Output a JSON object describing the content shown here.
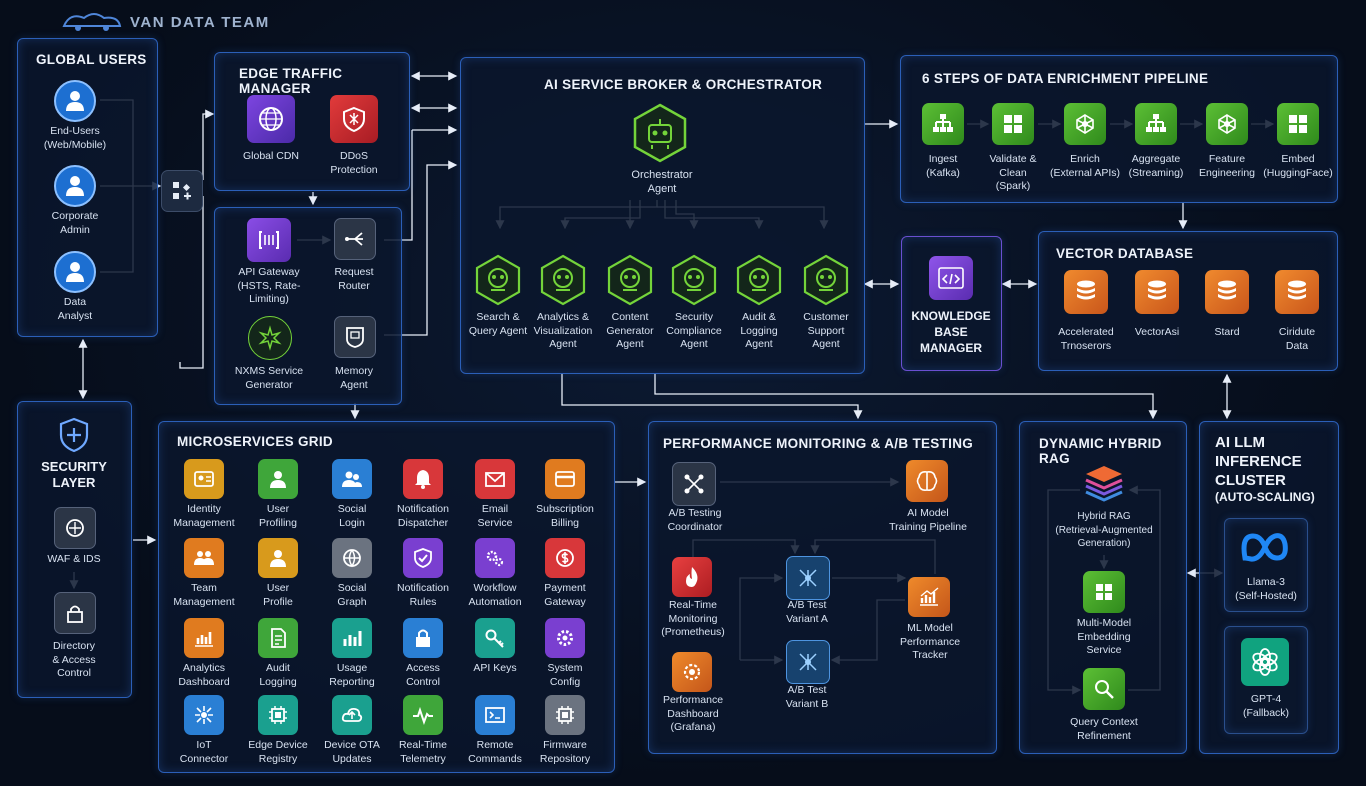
{
  "brand": {
    "title": "VAN DATA TEAM"
  },
  "global_users": {
    "title": "GLOBAL USERS",
    "users": [
      {
        "label": "End-Users\n(Web/Mobile)"
      },
      {
        "label": "Corporate\nAdmin"
      },
      {
        "label": "Data\nAnalyst"
      }
    ]
  },
  "edge": {
    "title": "EDGE TRAFFIC MANAGER",
    "cdn": "Global CDN",
    "ddos": "DDoS\nProtection"
  },
  "gateway": {
    "api_gateway": "API Gateway\n(HSTS, Rate-\nLimiting)",
    "router": "Request\nRouter",
    "nxms": "NXMS Service\nGenerator",
    "memory": "Memory\nAgent"
  },
  "security": {
    "title": "SECURITY\nLAYER",
    "waf": "WAF & IDS",
    "directory": "Directory\n& Access\nControl"
  },
  "broker": {
    "title": "AI SERVICE BROKER & ORCHESTRATOR",
    "orchestrator": "Orchestrator\nAgent",
    "agents": [
      {
        "label": "Search &\nQuery Agent"
      },
      {
        "label": "Analytics &\nVisualization\nAgent"
      },
      {
        "label": "Content\nGenerator\nAgent"
      },
      {
        "label": "Security\nCompliance\nAgent"
      },
      {
        "label": "Audit &\nLogging\nAgent"
      },
      {
        "label": "Customer\nSupport\nAgent"
      }
    ]
  },
  "pipeline": {
    "title": "6 STEPS OF DATA ENRICHMENT PIPELINE",
    "steps": [
      {
        "label": "Ingest\n(Kafka)"
      },
      {
        "label": "Validate &\nClean\n(Spark)"
      },
      {
        "label": "Enrich\n(External APIs)"
      },
      {
        "label": "Aggregate\n(Streaming)"
      },
      {
        "label": "Feature\nEngineering"
      },
      {
        "label": "Embed\n(HuggingFace)"
      }
    ]
  },
  "knowledge": {
    "title": "KNOWLEDGE\nBASE\nMANAGER"
  },
  "vector": {
    "title": "VECTOR DATABASE",
    "items": [
      {
        "label": "Accelerated\nTrnoserors"
      },
      {
        "label": "VectorAsi"
      },
      {
        "label": "Stard"
      },
      {
        "label": "Ciridute\nData"
      }
    ]
  },
  "microservices": {
    "title": "MICROSERVICES GRID",
    "items": [
      {
        "label": "Identity\nManagement",
        "color": "#d89a1c",
        "icon": "id-card-icon"
      },
      {
        "label": "User\nProfiling",
        "color": "#3fa63a",
        "icon": "user-icon"
      },
      {
        "label": "Social\nLogin",
        "color": "#2a7fd4",
        "icon": "users-icon"
      },
      {
        "label": "Notification\nDispatcher",
        "color": "#d8373a",
        "icon": "bell-icon"
      },
      {
        "label": "Email\nService",
        "color": "#d8373a",
        "icon": "mail-icon"
      },
      {
        "label": "Subscription\nBilling",
        "color": "#e07b1f",
        "icon": "card-icon"
      },
      {
        "label": "Team\nManagement",
        "color": "#e07b1f",
        "icon": "team-icon"
      },
      {
        "label": "User\nProfile",
        "color": "#d89a1c",
        "icon": "user-icon"
      },
      {
        "label": "Social\nGraph",
        "color": "#6b7380",
        "icon": "globe-icon"
      },
      {
        "label": "Notification\nRules",
        "color": "#7a3fd0",
        "icon": "shield-icon"
      },
      {
        "label": "Workflow\nAutomation",
        "color": "#7a3fd0",
        "icon": "gears-icon"
      },
      {
        "label": "Payment\nGateway",
        "color": "#d8373a",
        "icon": "dollar-icon"
      },
      {
        "label": "Analytics\nDashboard",
        "color": "#e07b1f",
        "icon": "chart-icon"
      },
      {
        "label": "Audit\nLogging",
        "color": "#3fa63a",
        "icon": "doc-icon"
      },
      {
        "label": "Usage\nReporting",
        "color": "#1aa08f",
        "icon": "bars-icon"
      },
      {
        "label": "Access\nControl",
        "color": "#2a7fd4",
        "icon": "lock-icon"
      },
      {
        "label": "API Keys",
        "color": "#1aa08f",
        "icon": "key-icon"
      },
      {
        "label": "System\nConfig",
        "color": "#7a3fd0",
        "icon": "gear-icon"
      },
      {
        "label": "IoT\nConnector",
        "color": "#2a7fd4",
        "icon": "iot-icon"
      },
      {
        "label": "Edge Device\nRegistry",
        "color": "#1aa08f",
        "icon": "chip-icon"
      },
      {
        "label": "Device OTA\nUpdates",
        "color": "#1aa08f",
        "icon": "cloud-icon"
      },
      {
        "label": "Real-Time\nTelemetry",
        "color": "#3fa63a",
        "icon": "pulse-icon"
      },
      {
        "label": "Remote\nCommands",
        "color": "#2a7fd4",
        "icon": "terminal-icon"
      },
      {
        "label": "Firmware\nRepository",
        "color": "#6b7380",
        "icon": "chip-icon"
      }
    ]
  },
  "perf": {
    "title": "PERFORMANCE MONITORING & A/B TESTING",
    "coordinator": "A/B Testing\nCoordinator",
    "training": "AI Model\nTraining Pipeline",
    "realtime": "Real-Time\nMonitoring\n(Prometheus)",
    "variant_a": "A/B Test\nVariant A",
    "variant_b": "A/B Test\nVariant B",
    "ml_tracker": "ML Model\nPerformance\nTracker",
    "dashboard": "Performance\nDashboard\n(Grafana)"
  },
  "rag": {
    "title": "DYNAMIC HYBRID RAG",
    "hybrid": "Hybrid RAG\n(Retrieval-Augmented\nGeneration)",
    "embedding": "Multi-Model\nEmbedding\nService",
    "query": "Query Context\nRefinement"
  },
  "llm": {
    "title": "AI LLM\nINFERENCE\nCLUSTER",
    "subtitle": "(AUTO-SCALING)",
    "llama": "Llama-3\n(Self-Hosted)",
    "gpt": "GPT-4\n(Fallback)"
  }
}
